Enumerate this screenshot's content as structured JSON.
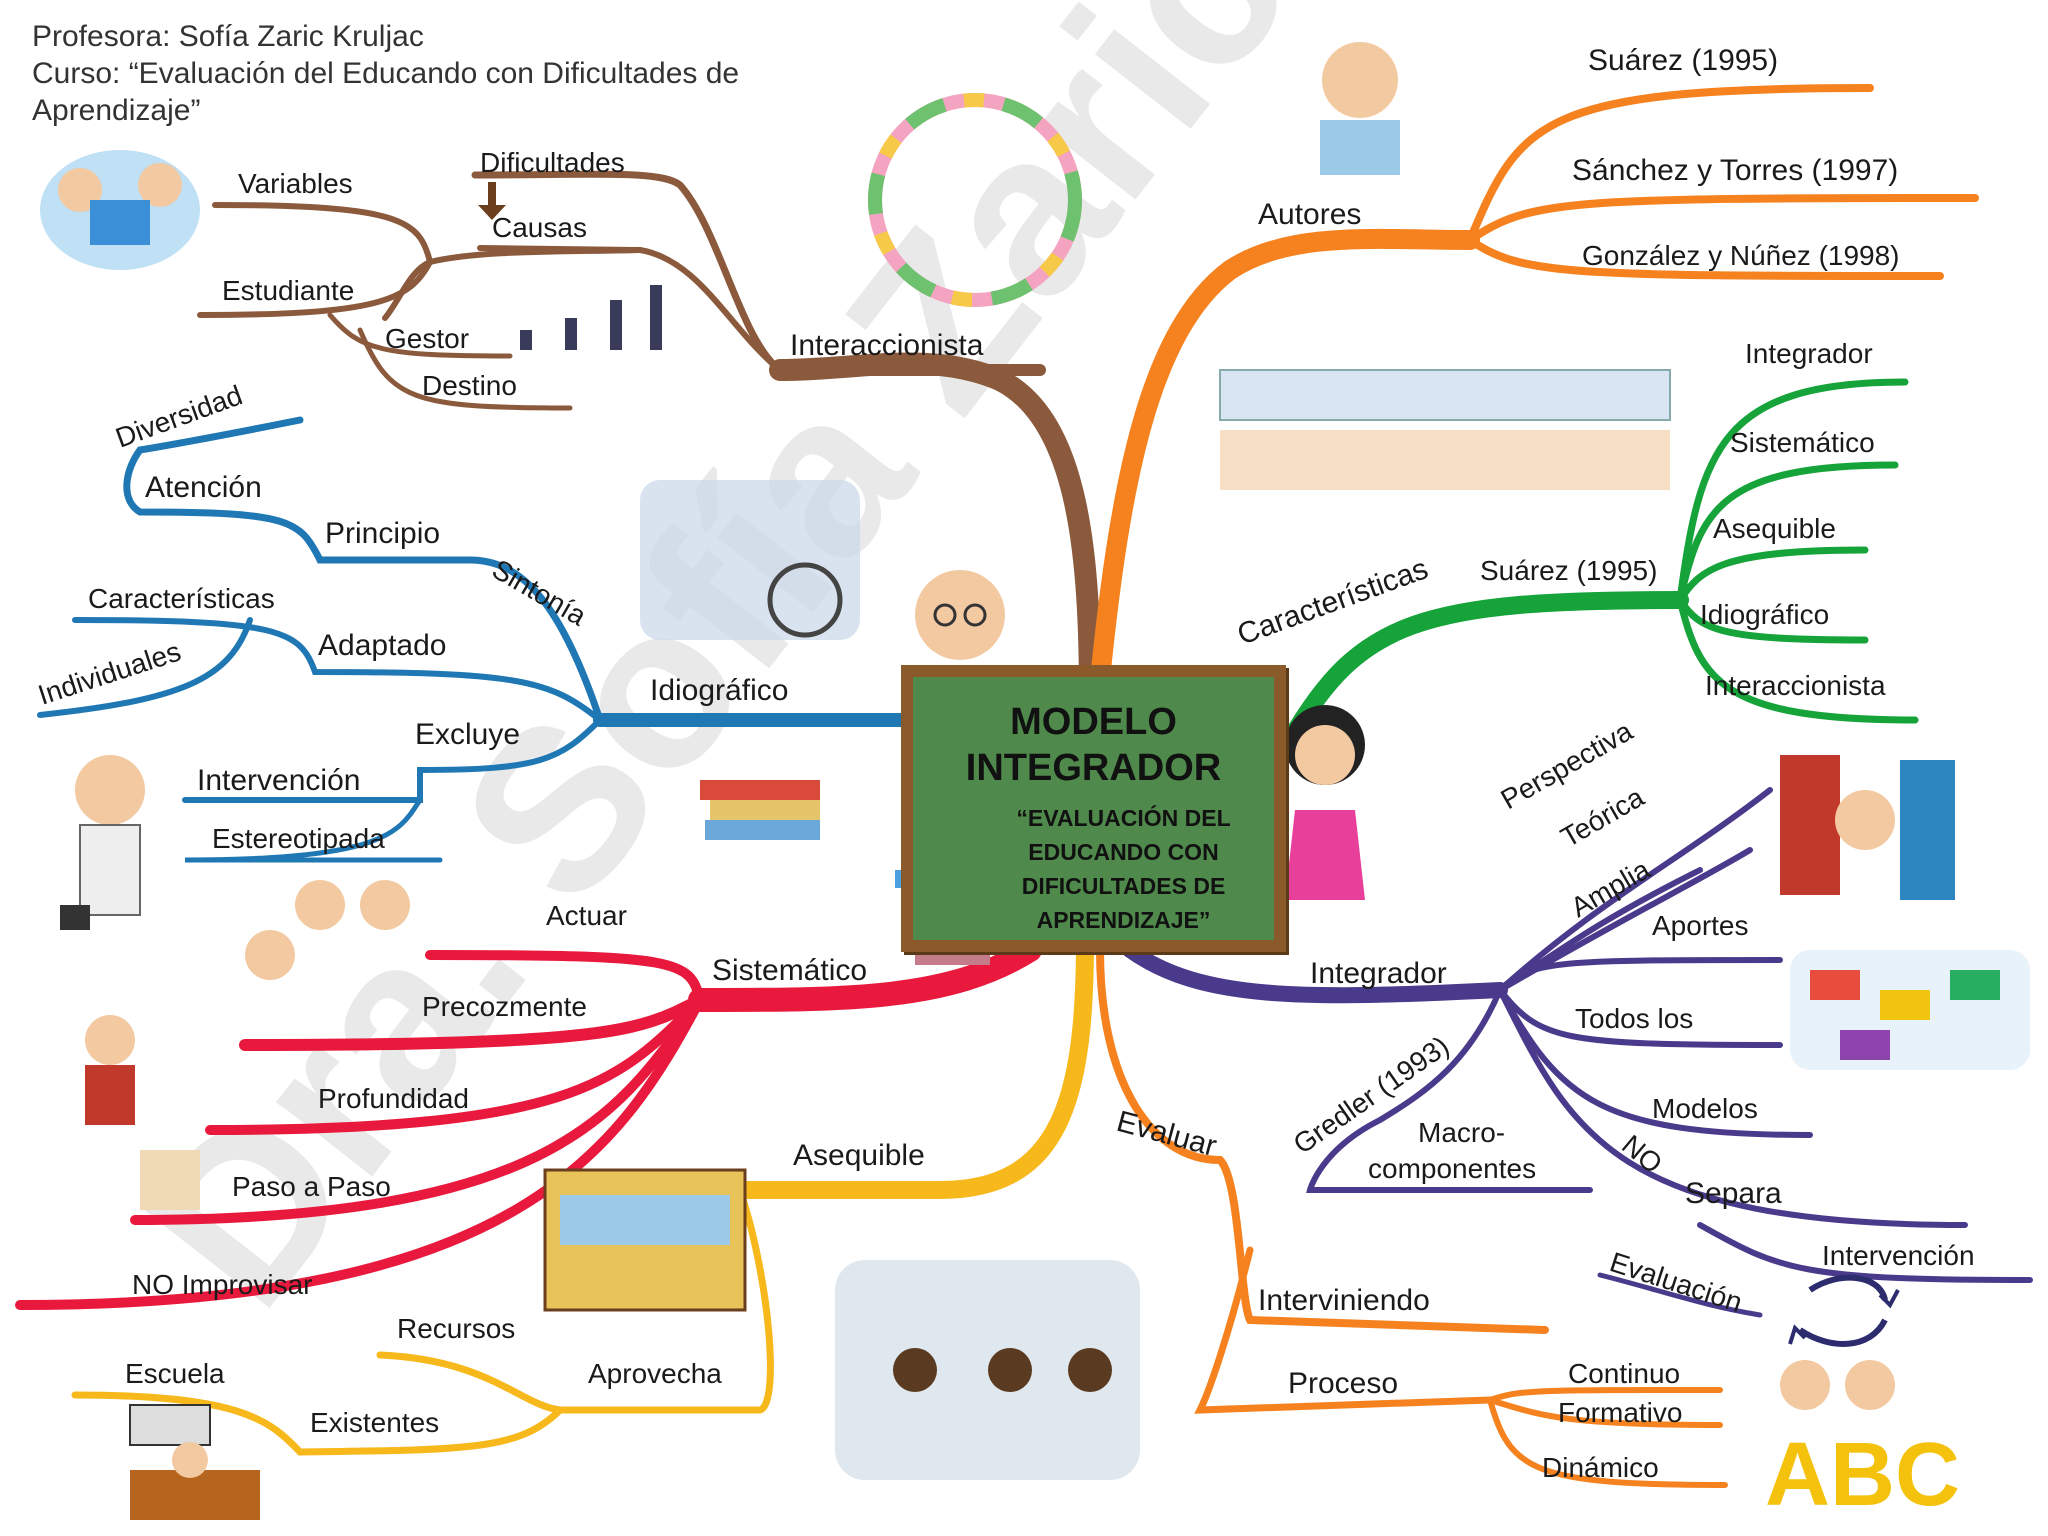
{
  "header": {
    "line1": "Profesora: Sofía Zaric Kruljac",
    "line2": "Curso: “Evaluación del Educando con Dificultades de",
    "line3": "Aprendizaje”"
  },
  "center": {
    "title_line1": "MODELO",
    "title_line2": "INTEGRADOR",
    "sub_line1": "“EVALUACIÓN DEL",
    "sub_line2": "EDUCANDO CON",
    "sub_line3": "DIFICULTADES DE",
    "sub_line4": "APRENDIZAJE”"
  },
  "watermark": "Dra. Sofía Zaric Kruljac",
  "colors": {
    "brown": "#8b5a3c",
    "orange": "#f5821f",
    "green": "#15a33a",
    "blue": "#1f77b4",
    "red": "#e8193c",
    "yellow": "#f6b81a",
    "purple": "#4a3a8c",
    "board_green": "#4f8a4c",
    "board_frame": "#8a5a2b"
  },
  "branches": {
    "interaccionista": {
      "label": "Interaccionista",
      "variables": "Variables",
      "dificultades": "Dificultades",
      "causas": "Causas",
      "estudiante": "Estudiante",
      "gestor": "Gestor",
      "destino": "Destino"
    },
    "idiografico": {
      "label": "Idiográfico",
      "diversidad": "Diversidad",
      "atencion": "Atención",
      "principio": "Principio",
      "sintonia": "Sintonía",
      "caracteristicas": "Características",
      "individuales": "Individuales",
      "adaptado": "Adaptado",
      "excluye": "Excluye",
      "intervencion": "Intervención",
      "estereotipada": "Estereotipada"
    },
    "sistematico": {
      "label": "Sistemático",
      "actuar": "Actuar",
      "precozmente": "Precozmente",
      "profundidad": "Profundidad",
      "paso_a_paso": "Paso a Paso",
      "no_improvisar": "NO Improvisar"
    },
    "asequible": {
      "label": "Asequible",
      "aprovecha": "Aprovecha",
      "recursos": "Recursos",
      "existentes": "Existentes",
      "escuela": "Escuela"
    },
    "autores": {
      "label": "Autores",
      "items": [
        "Suárez (1995)",
        "Sánchez y Torres  (1997)",
        "González y Núñez (1998)"
      ]
    },
    "caracteristicas": {
      "label": "Características",
      "source": "Suárez (1995)",
      "items": [
        "Integrador",
        "Sistemático",
        "Asequible",
        "Idiográfico",
        "Interaccionista"
      ]
    },
    "integrador": {
      "label": "Integrador",
      "perspectiva": "Perspectiva",
      "teorica": "Teórica",
      "amplia": "Amplia",
      "aportes": "Aportes",
      "todos_los": "Todos los",
      "modelos": "Modelos",
      "gredler": "Gredler (1993)",
      "macro1": "Macro-",
      "macro2": "componentes",
      "no": "NO",
      "separa": "Separa",
      "intervencion": "Intervención",
      "evaluacion": "Evaluación"
    },
    "evaluar": {
      "label": "Evaluar",
      "interviniendo": "Interviniendo",
      "proceso": "Proceso",
      "continuo": "Continuo",
      "formativo": "Formativo",
      "dinamico": "Dinámico"
    }
  },
  "illustrations": {
    "abc_letters": "ABC"
  }
}
